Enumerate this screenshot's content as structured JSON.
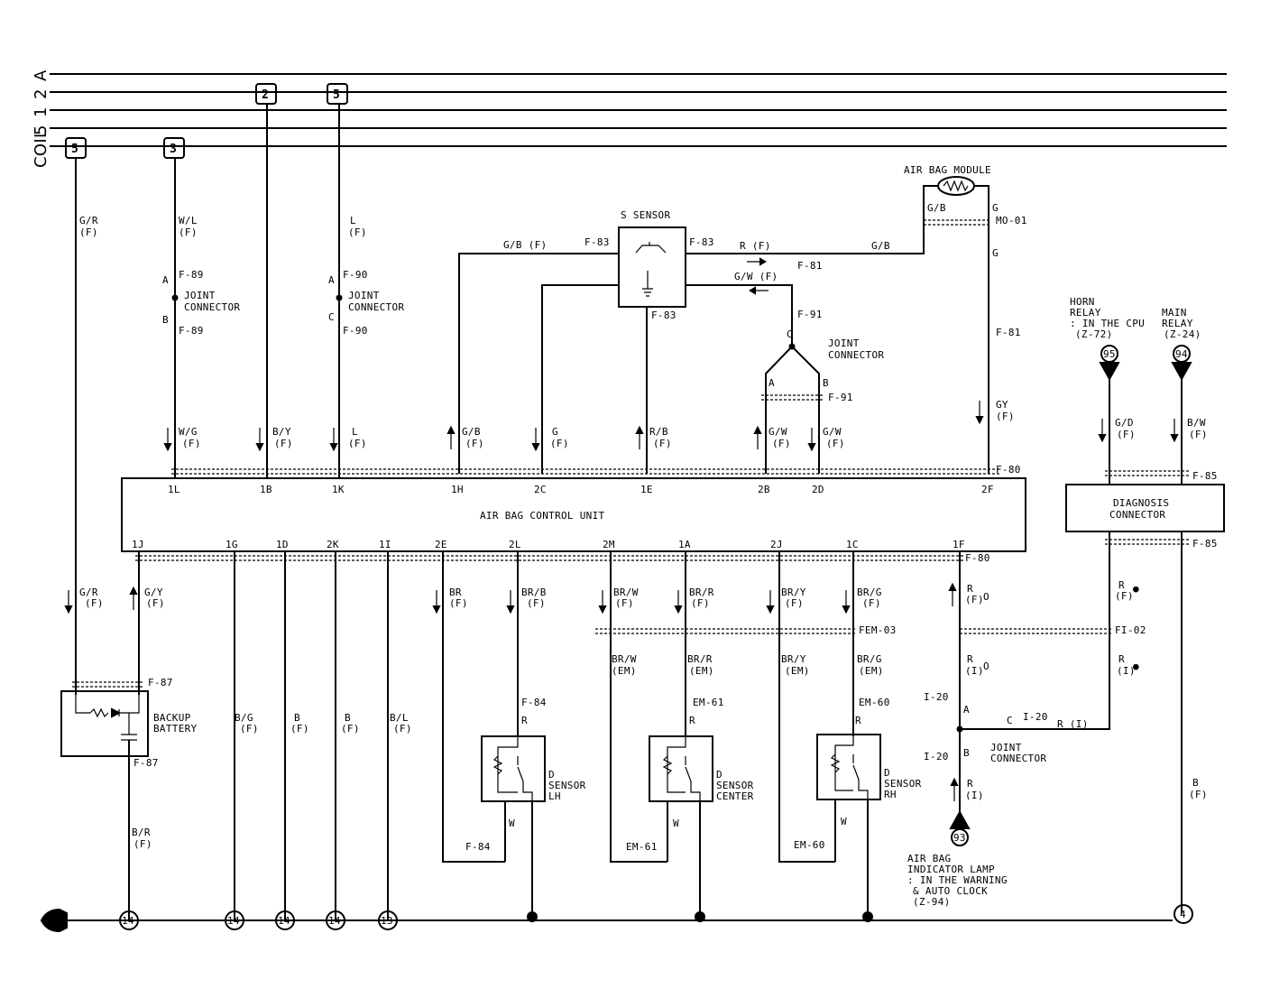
{
  "bus": {
    "labels": [
      "A",
      "2",
      "1",
      "5",
      "COIL"
    ]
  },
  "fuse_refs": {
    "f5_left": "5",
    "f3": "3",
    "f2": "2",
    "f5_top": "5"
  },
  "wires": {
    "gr_top": "G/R",
    "f": "(F)",
    "wl": "W/L",
    "l": "L",
    "wg": "W/G",
    "by": "B/Y",
    "gb": "G/B",
    "g": "G",
    "rb": "R/B",
    "gw": "G/W",
    "gy": "GY",
    "gd": "G/D",
    "bw": "B/W",
    "r": "R",
    "gb_f": "G/B (F)",
    "r_f": "R (F)",
    "gw_f": "G/W (F)",
    "gy_lower": "G/Y",
    "bg": "B/G",
    "b": "B",
    "bl": "B/L",
    "br": "BR",
    "brb": "BR/B",
    "brw": "BR/W",
    "brr": "BR/R",
    "bry": "BR/Y",
    "brg": "BR/G",
    "em": "(EM)",
    "i": "(I)",
    "w": "W",
    "br_r": "B/R",
    "r_i": "R (I)"
  },
  "connectors": {
    "f89": "F-89",
    "f90": "F-90",
    "f83": "F-83",
    "f81": "F-81",
    "f91": "F-91",
    "mo01": "MO-01",
    "f80": "F-80",
    "f85": "F-85",
    "fem03": "FEM-03",
    "fi02": "FI-02",
    "f87": "F-87",
    "f84": "F-84",
    "em61": "EM-61",
    "em60": "EM-60",
    "i20": "I-20"
  },
  "letters": {
    "a": "A",
    "b": "B",
    "c": "C"
  },
  "components": {
    "joint_connector_1": "JOINT",
    "joint_connector_2": "CONNECTOR",
    "s_sensor": "S SENSOR",
    "air_bag_module": "AIR BAG MODULE",
    "horn_relay": [
      "HORN",
      "RELAY",
      ": IN THE CPU",
      "(Z-72)"
    ],
    "main_relay": [
      "MAIN",
      "RELAY",
      "(Z-24)"
    ],
    "diagnosis_connector": [
      "DIAGNOSIS",
      "CONNECTOR"
    ],
    "control_unit": "AIR BAG CONTROL UNIT",
    "backup_battery": [
      "BACKUP",
      "BATTERY"
    ],
    "d_sensor_lh": [
      "D",
      "SENSOR",
      "LH"
    ],
    "d_sensor_center": [
      "D",
      "SENSOR",
      "CENTER"
    ],
    "d_sensor_rh": [
      "D",
      "SENSOR",
      "RH"
    ],
    "indicator_lamp": [
      "AIR BAG",
      "INDICATOR LAMP",
      ": IN THE WARNING",
      "& AUTO CLOCK",
      "(Z-94)"
    ]
  },
  "cu_pins_top": [
    "1L",
    "1B",
    "1K",
    "1H",
    "2C",
    "1E",
    "2B",
    "2D",
    "2F"
  ],
  "cu_pins_bottom": [
    "1J",
    "1G",
    "1D",
    "2K",
    "1I",
    "2E",
    "2L",
    "2M",
    "1A",
    "2J",
    "1C",
    "1F"
  ],
  "refs": {
    "r95": "95",
    "r94": "94",
    "r93": "93"
  },
  "grounds": [
    "14",
    "14",
    "14",
    "14",
    "13",
    "4"
  ],
  "symbols": {
    "open": "O",
    "solid": "●"
  }
}
